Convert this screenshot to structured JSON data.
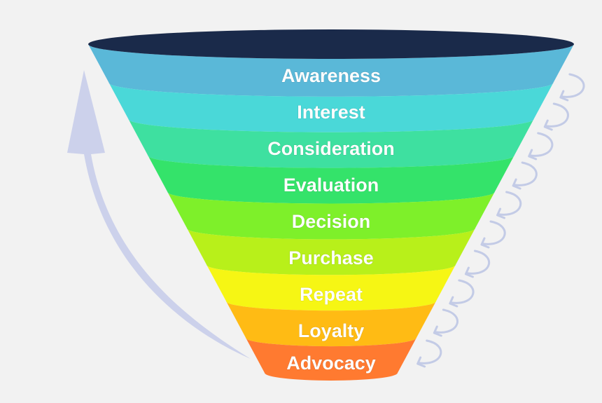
{
  "funnel": {
    "stages": [
      {
        "label": "Awareness",
        "color": "#5ab8d8"
      },
      {
        "label": "Interest",
        "color": "#4ad8d8"
      },
      {
        "label": "Consideration",
        "color": "#3ee0a0"
      },
      {
        "label": "Evaluation",
        "color": "#34e36a"
      },
      {
        "label": "Decision",
        "color": "#7ef02a"
      },
      {
        "label": "Purchase",
        "color": "#b8f01a"
      },
      {
        "label": "Repeat",
        "color": "#f6f614"
      },
      {
        "label": "Loyalty",
        "color": "#ffbb14"
      },
      {
        "label": "Advocacy",
        "color": "#ff7a30"
      }
    ],
    "rim_color": "#1a2a4a"
  },
  "colors": {
    "background": "#f2f2f2",
    "arrow": "#c9cfea",
    "loop_stroke": "#c3cbe6"
  }
}
